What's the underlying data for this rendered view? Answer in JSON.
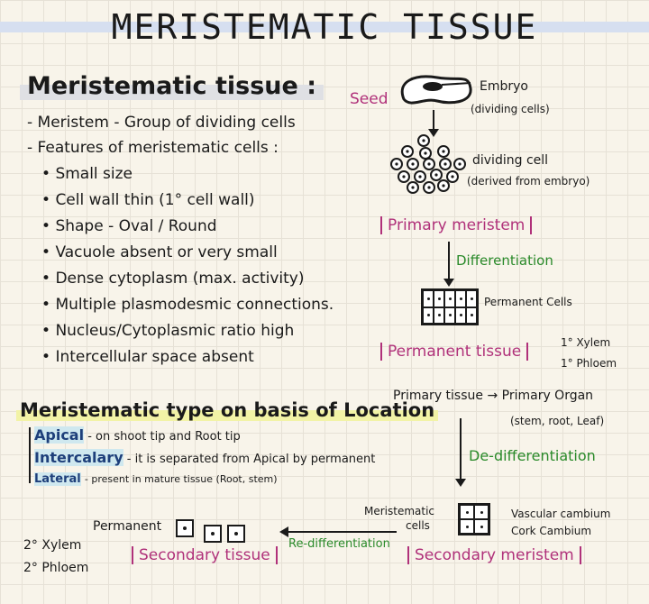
{
  "title": "MERISTEMATIC TISSUE",
  "left": {
    "heading": "Meristematic tissue :",
    "items": [
      "- Meristem - Group of dividing cells",
      "- Features of meristematic cells :"
    ],
    "features": [
      "Small size",
      "Cell wall thin (1° cell wall)",
      "Shape - Oval / Round",
      "Vacuole absent or very small",
      "Dense cytoplasm (max. activity)",
      "Multiple plasmodesmic connections.",
      "Nucleus/Cytoplasmic ratio high",
      "Intercellular space absent"
    ],
    "location_heading": "Meristematic type on basis of Location",
    "types": [
      {
        "name": "Apical",
        "desc": "- on shoot tip and Root tip"
      },
      {
        "name": "Intercalary",
        "desc": "- it is separated from Apical by permanent"
      },
      {
        "name": "Lateral",
        "desc": "- present in mature tissue (Root, stem)"
      }
    ],
    "permanent": "Permanent",
    "sec_xylem": "2° Xylem",
    "sec_phloem": "2° Phloem",
    "secondary_tissue": "Secondary tissue"
  },
  "right": {
    "seed": "Seed",
    "embryo": "Embryo",
    "embryo_sub": "(dividing cells)",
    "dividing_cell": "dividing cell",
    "dividing_cell_sub": "(derived from embryo)",
    "primary_meristem": "Primary meristem",
    "differentiation": "Differentiation",
    "permanent_cells": "Permanent Cells",
    "permanent_tissue": "Permanent tissue",
    "pri_xylem": "1° Xylem",
    "pri_phloem": "1° Phloem",
    "primary_flow": "Primary tissue → Primary Organ",
    "organ_examples": "(stem, root, Leaf)",
    "dedifferentiation": "De-differentiation",
    "meristematic_cells_1": "Meristematic",
    "meristematic_cells_2": "cells",
    "vascular_cambium": "Vascular cambium",
    "cork_cambium": "Cork Cambium",
    "secondary_meristem": "Secondary meristem",
    "redifferentiation": "Re-differentiation"
  }
}
